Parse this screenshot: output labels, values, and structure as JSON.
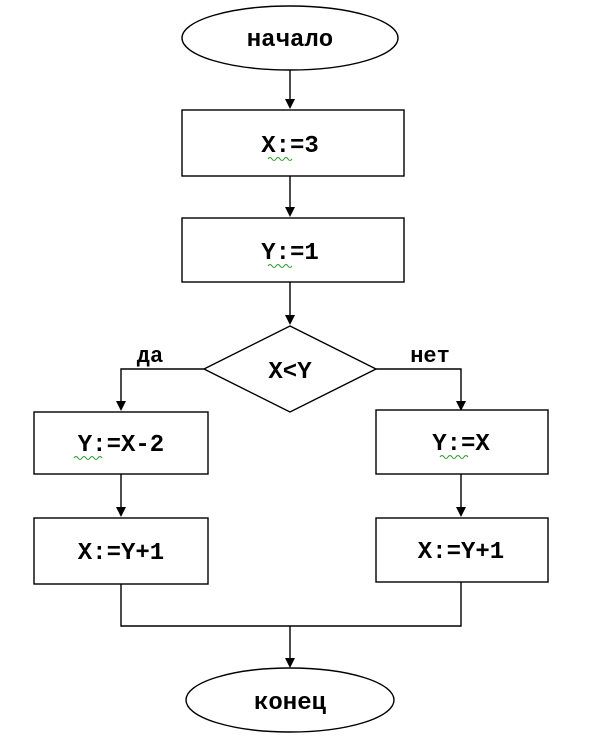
{
  "start": {
    "label": "начало"
  },
  "steps": [
    {
      "label": "X:=3"
    },
    {
      "label": "Y:=1"
    }
  ],
  "decision": {
    "condition": "X<Y",
    "yes_label": "да",
    "no_label": "нет"
  },
  "yes_branch": [
    {
      "label": "Y:=X-2"
    },
    {
      "label": "X:=Y+1"
    }
  ],
  "no_branch": [
    {
      "label": "Y:=X"
    },
    {
      "label": "X:=Y+1"
    }
  ],
  "end": {
    "label": "конец"
  },
  "colors": {
    "stroke": "#000000",
    "background": "#ffffff",
    "spellcheck_underline": "#2e9b2e"
  }
}
